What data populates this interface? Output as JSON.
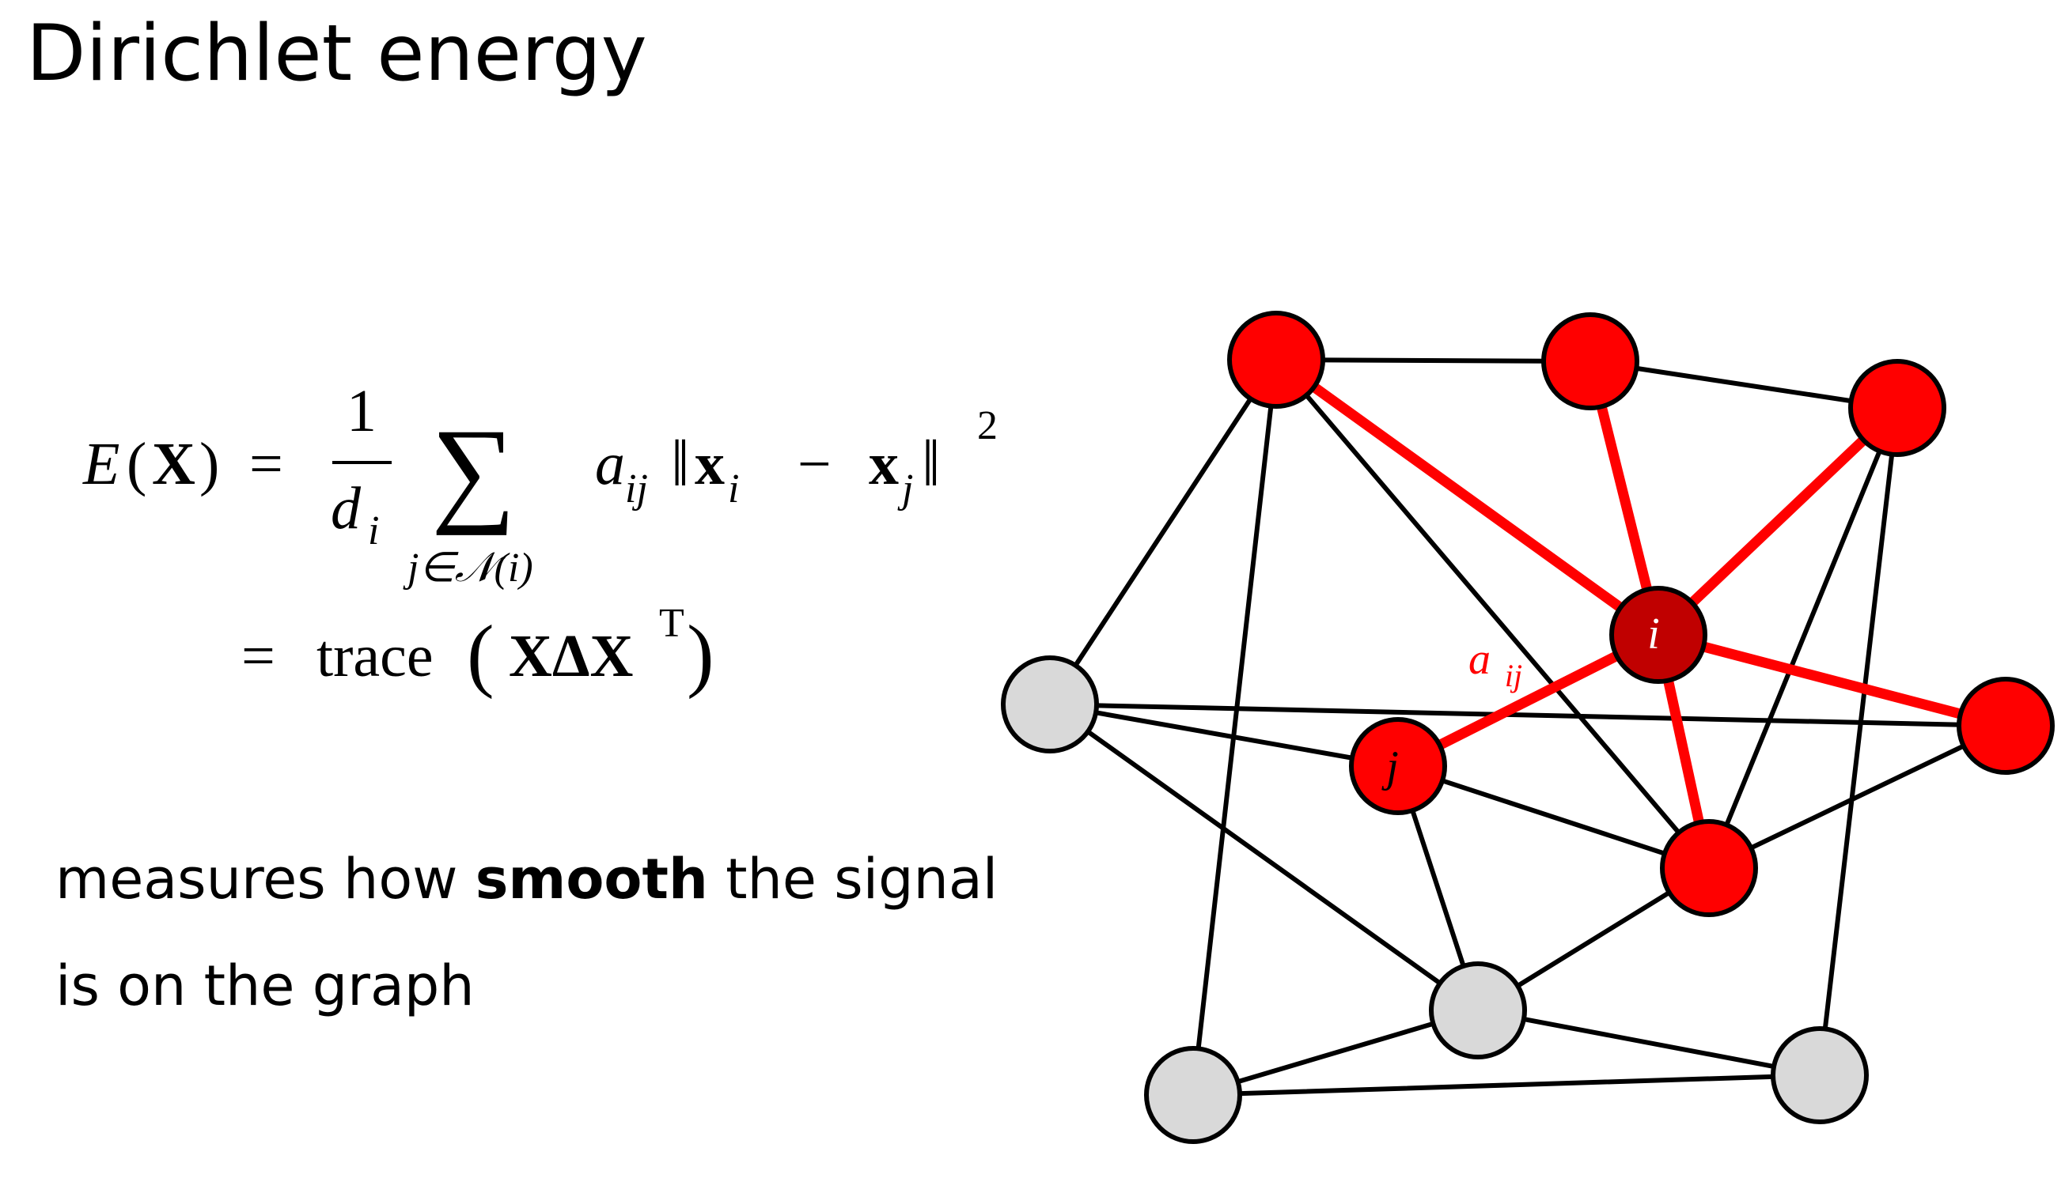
{
  "slide": {
    "title": "Dirichlet energy",
    "caption": {
      "pre": "measures how ",
      "bold": "smooth",
      "post_line1": " the signal",
      "line2": "is on the graph"
    }
  },
  "equation": {
    "lhs_E": "E",
    "lhs_open": "(",
    "lhs_X": "X",
    "lhs_close": ")",
    "eq1": "=",
    "frac_num": "1",
    "frac_den_d": "d",
    "frac_den_sub": "i",
    "sum_symbol": "∑",
    "sum_sub": "j∈𝒩(i)",
    "a": "a",
    "a_sub": "ij",
    "norm_open": "‖",
    "x1": "x",
    "x1_sub": "i",
    "minus": "−",
    "x2": "x",
    "x2_sub": "j",
    "norm_close": "‖",
    "power": "2",
    "eq2": "=",
    "trace": "trace",
    "trace_open": "(",
    "trace_body": "XΔX",
    "trace_sup": "T",
    "trace_close": ")"
  },
  "graph": {
    "colors": {
      "highlight": "#ff0000",
      "center": "#c00000",
      "grey_node": "#d9d9d9",
      "edge": "#000000",
      "outline": "#000000"
    },
    "node_labels": {
      "center": "i",
      "neighbor": "j"
    },
    "edge_label": {
      "a": "a",
      "sub": "ij"
    }
  }
}
